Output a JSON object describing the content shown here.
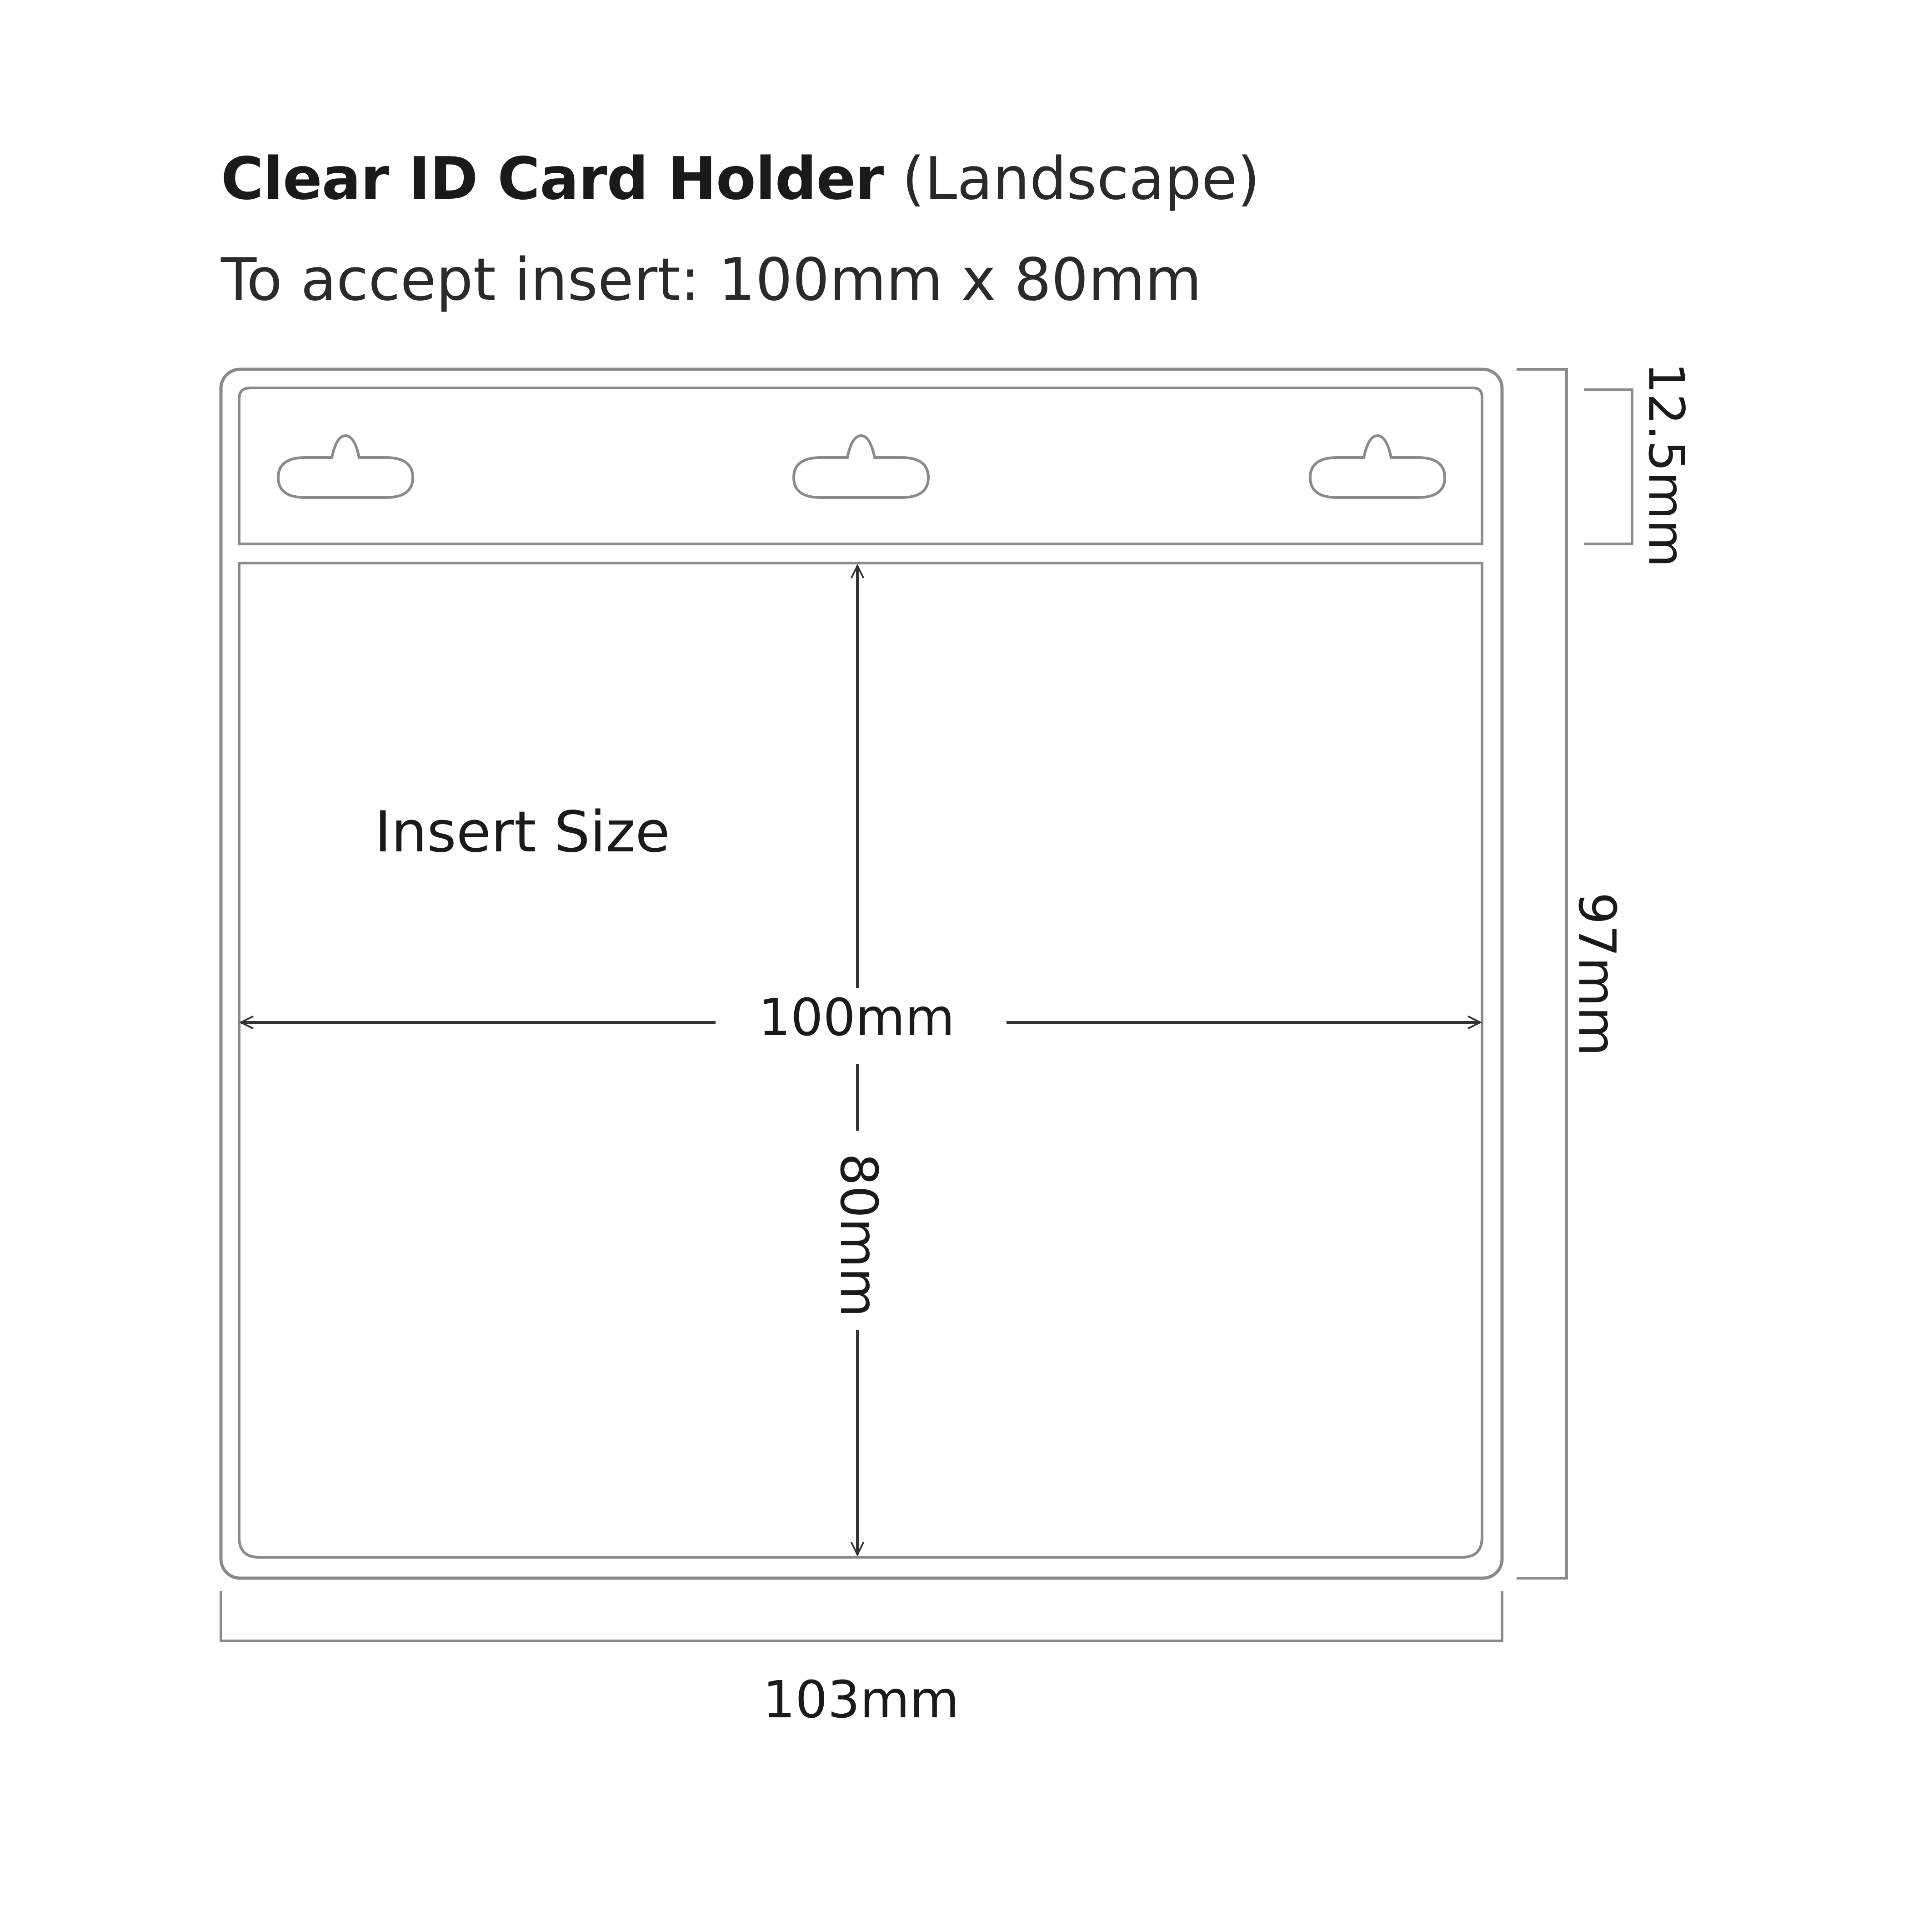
{
  "title": {
    "main": "Clear ID Card Holder",
    "qualifier": "(Landscape)"
  },
  "subtitle": "To accept insert: 100mm x 80mm",
  "diagram": {
    "insert_label": "Insert Size",
    "dims": {
      "insert_width": "100mm",
      "insert_height": "80mm",
      "holder_width": "103mm",
      "holder_height": "97mm",
      "strip_height": "12.5mm"
    },
    "colors": {
      "outline": "#8a8a8a",
      "arrow": "#333333"
    }
  }
}
